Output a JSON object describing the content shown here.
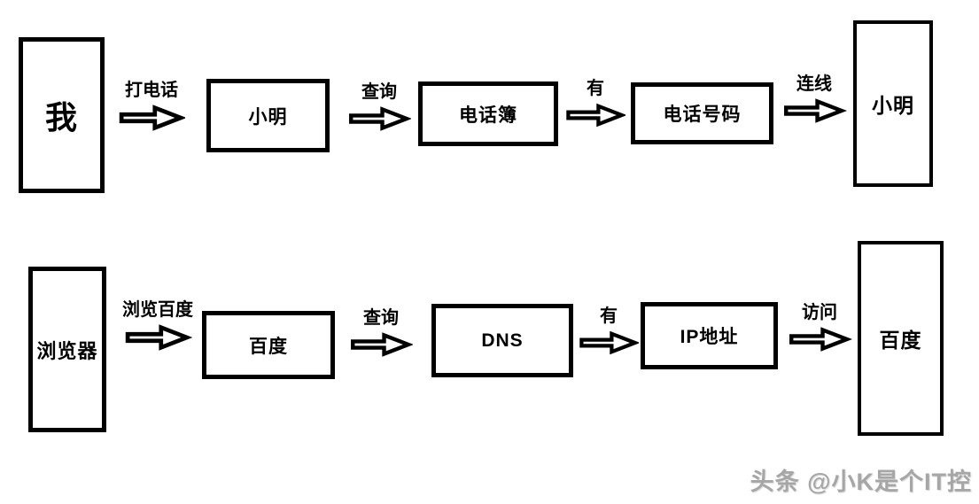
{
  "row1": {
    "node_start": "我",
    "arrow1_label": "打电话",
    "node1": "小明",
    "arrow2_label": "查询",
    "node2": "电话簿",
    "arrow3_label": "有",
    "node3": "电话号码",
    "arrow4_label": "连线",
    "node_end": "小明"
  },
  "row2": {
    "node_start": "浏览器",
    "arrow1_label": "浏览百度",
    "node1": "百度",
    "arrow2_label": "查询",
    "node2": "DNS",
    "arrow3_label": "有",
    "node3": "IP地址",
    "arrow4_label": "访问",
    "node_end": "百度"
  },
  "watermark": "头条 @小K是个IT控",
  "colors": {
    "line": "#000000",
    "background": "#ffffff",
    "watermark": "#a6a6a6"
  }
}
